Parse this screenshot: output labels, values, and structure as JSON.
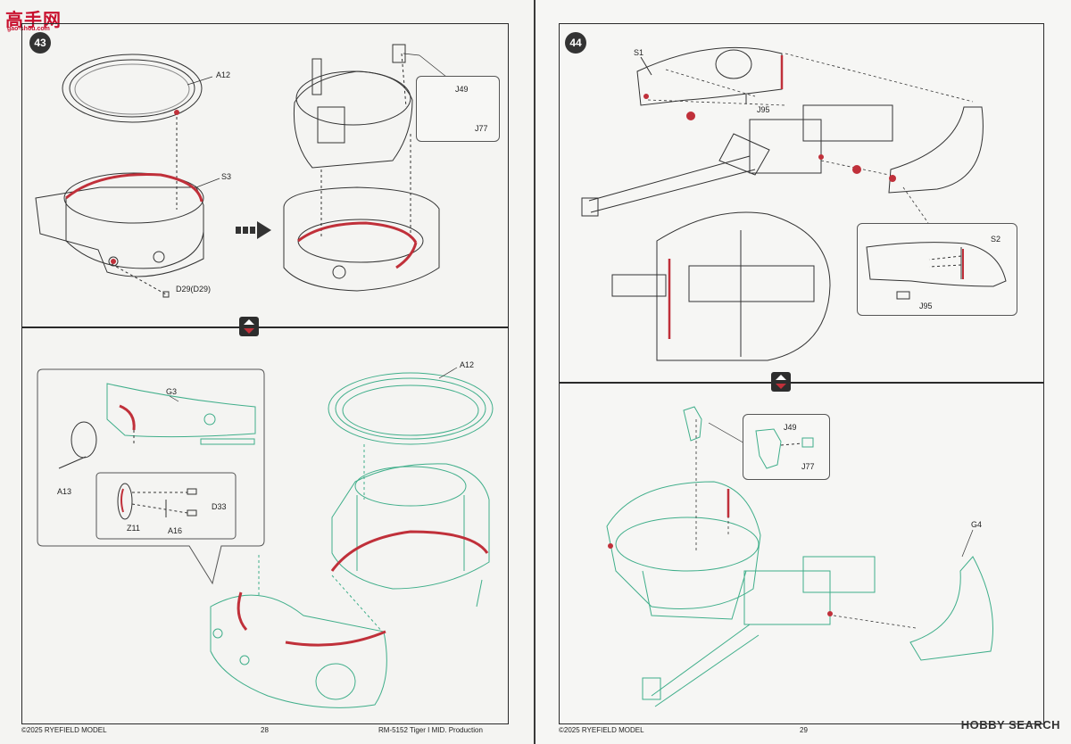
{
  "watermark": {
    "cn_text": "高手网",
    "url": "gao-shou.com",
    "brand": "HOBBY SEARCH"
  },
  "left_page": {
    "step": "43",
    "labels": {
      "a12_top": "A12",
      "s3": "S3",
      "d29": "D29(D29)",
      "j49": "J49",
      "j77": "J77",
      "a12_bottom": "A12",
      "g3": "G3",
      "a13": "A13",
      "z11": "Z11",
      "a16": "A16",
      "d33": "D33"
    },
    "footer": {
      "copyright": "©2025 RYEFIELD MODEL",
      "page_number": "28",
      "product": "RM-5152 Tiger I MID. Production"
    }
  },
  "right_page": {
    "step": "44",
    "labels": {
      "s1": "S1",
      "j95": "J95",
      "s2": "S2",
      "j95_inset": "J95",
      "j49": "J49",
      "j77": "J77",
      "g4": "G4"
    },
    "footer": {
      "copyright": "©2025 RYEFIELD MODEL",
      "page_number": "29"
    }
  },
  "colors": {
    "red_marking": "#c0303a",
    "green_line": "#3fae8a",
    "ink": "#333333"
  }
}
